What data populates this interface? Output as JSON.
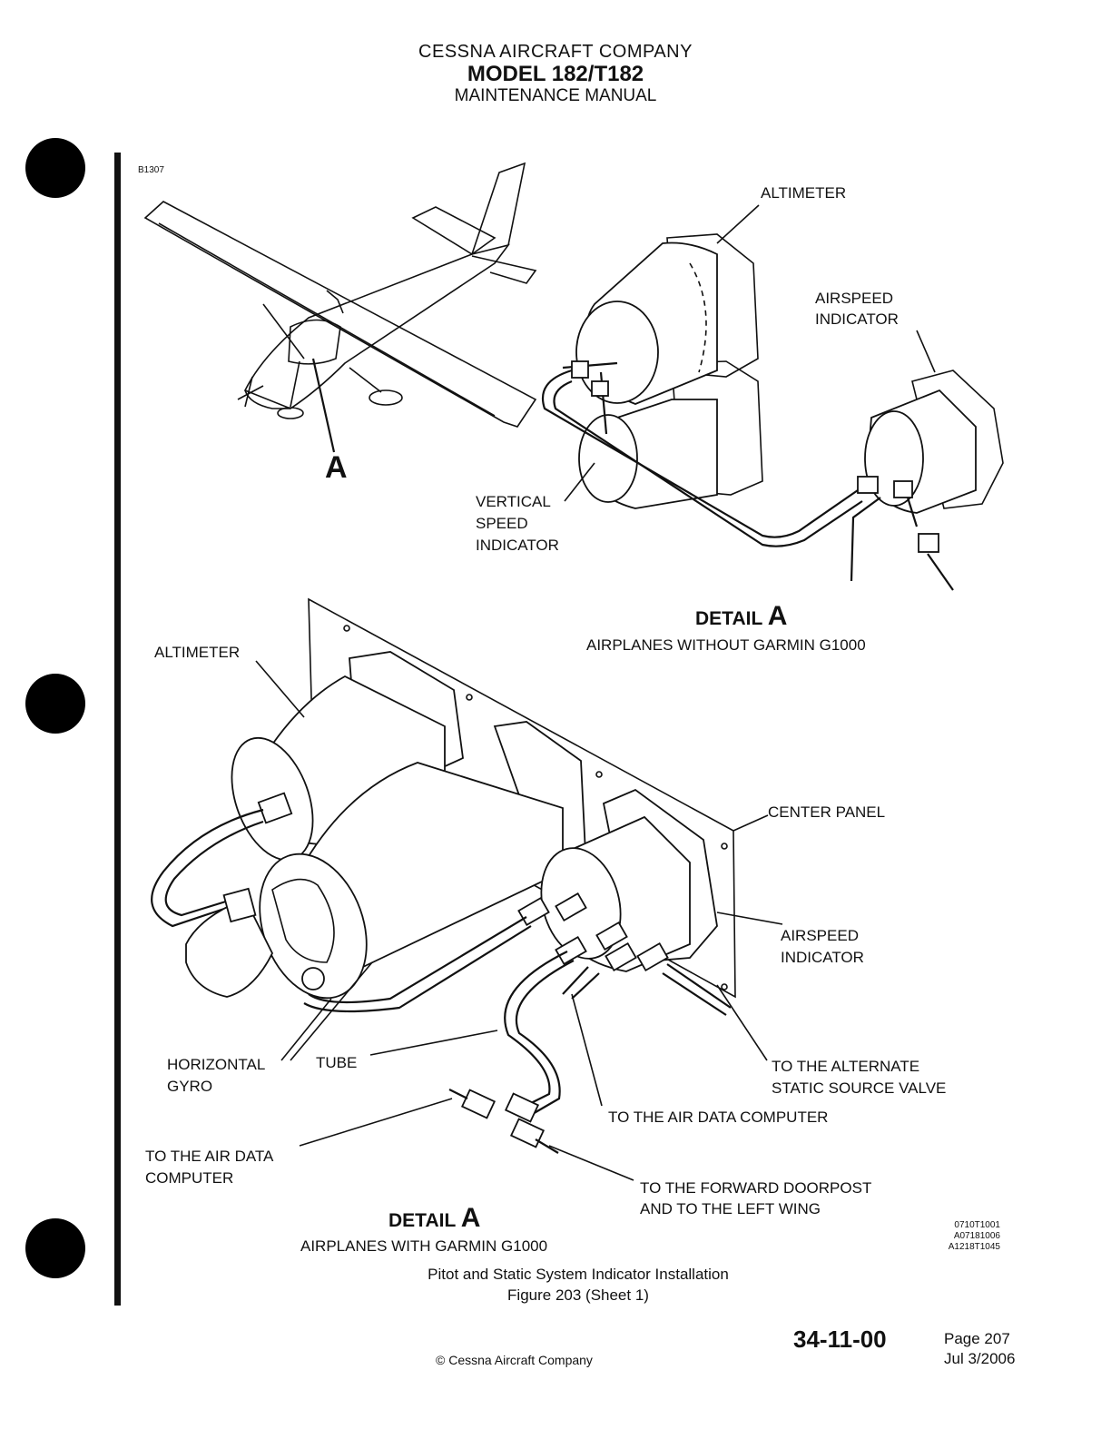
{
  "header": {
    "company": "CESSNA AIRCRAFT COMPANY",
    "model": "MODEL 182/T182",
    "manual": "MAINTENANCE MANUAL"
  },
  "figure": {
    "id": "B1307",
    "view_marker": "A",
    "upper": {
      "labels": {
        "altimeter": "ALTIMETER",
        "airspeed_1": "AIRSPEED",
        "airspeed_2": "INDICATOR",
        "vsi_1": "VERTICAL",
        "vsi_2": "SPEED",
        "vsi_3": "INDICATOR"
      },
      "detail_word": "DETAIL",
      "detail_letter": "A",
      "caption": "AIRPLANES WITHOUT GARMIN G1000"
    },
    "lower": {
      "labels": {
        "altimeter": "ALTIMETER",
        "center_panel": "CENTER PANEL",
        "airspeed_1": "AIRSPEED",
        "airspeed_2": "INDICATOR",
        "gyro_1": "HORIZONTAL",
        "gyro_2": "GYRO",
        "tube": "TUBE",
        "alt_static_1": "TO THE ALTERNATE",
        "alt_static_2": "STATIC SOURCE VALVE",
        "adc_right": "TO THE AIR DATA COMPUTER",
        "adc_left_1": "TO THE AIR DATA",
        "adc_left_2": "COMPUTER",
        "doorpost_1": "TO THE FORWARD DOORPOST",
        "doorpost_2": "AND TO THE LEFT WING"
      },
      "detail_word": "DETAIL",
      "detail_letter": "A",
      "caption": "AIRPLANES WITH GARMIN G1000"
    },
    "codes": [
      "0710T1001",
      "A07181006",
      "A1218T1045"
    ],
    "title": "Pitot and Static System Indicator Installation",
    "number": "Figure 203 (Sheet 1)"
  },
  "footer": {
    "section": "34-11-00",
    "page": "Page 207",
    "date": "Jul 3/2006",
    "copyright": "© Cessna Aircraft Company"
  }
}
